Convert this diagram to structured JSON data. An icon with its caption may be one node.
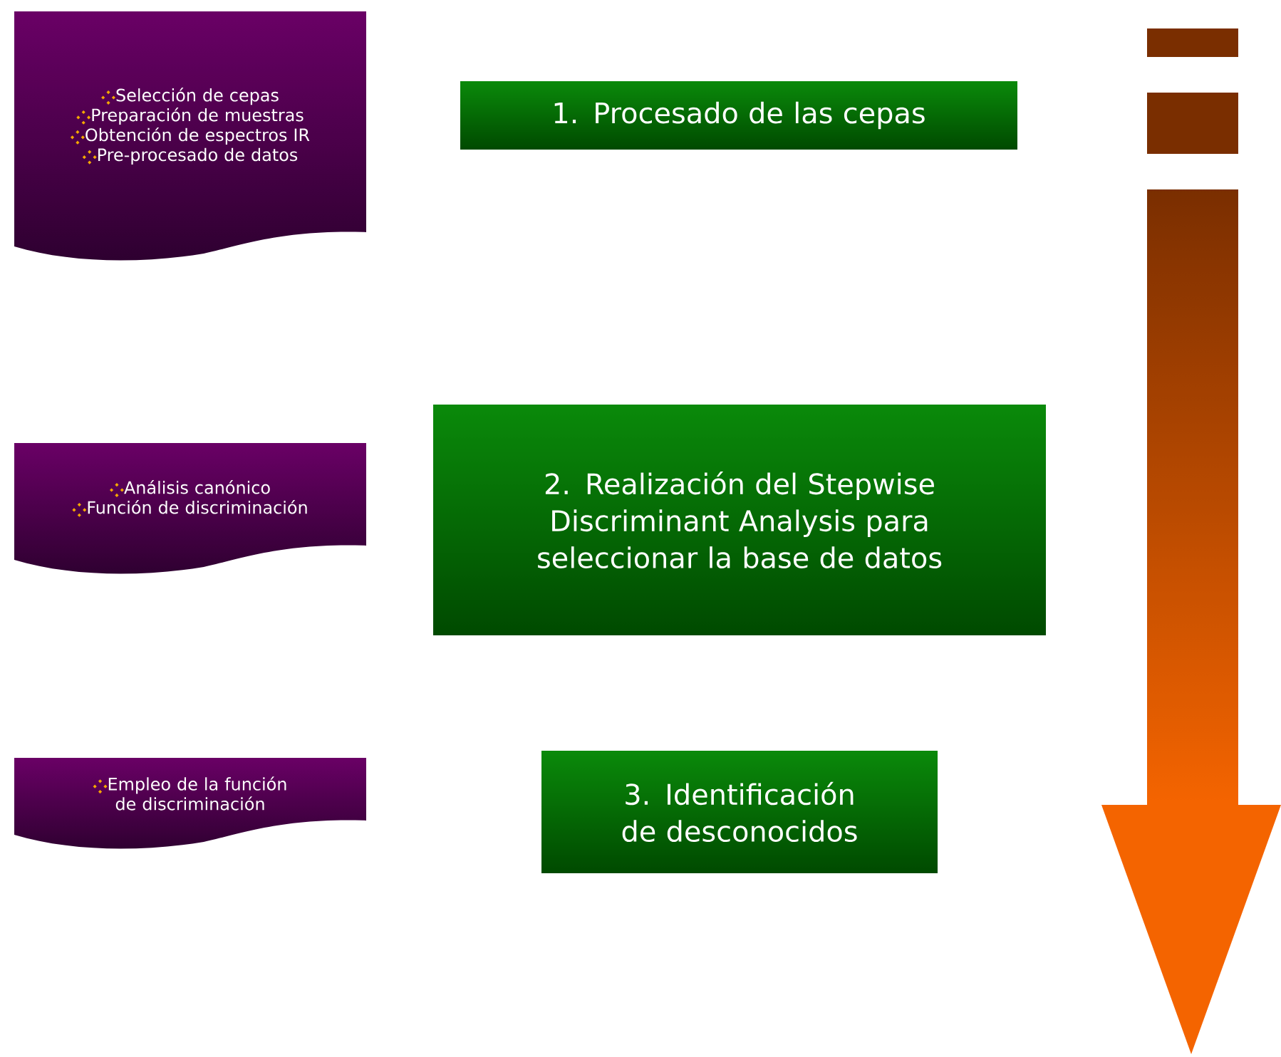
{
  "diagram": {
    "nodes": [
      {
        "text": [
          "Selección de cepas",
          "Preparación de muestras",
          "Obtención de espectros IR",
          "Pre-procesado de datos"
        ]
      },
      {
        "text": [
          "1. Procesado de las cepas"
        ]
      },
      {
        "text": [
          "Análisis canónico",
          "Función de discriminación"
        ]
      },
      {
        "text": [
          "2. Realización del Stepwise Discriminant Analysis para seleccionar la base de datos"
        ]
      },
      {
        "text": [
          "Empleo de la función de discriminación"
        ]
      },
      {
        "text": [
          "3. Identificación de desconocidos"
        ]
      }
    ]
  }
}
